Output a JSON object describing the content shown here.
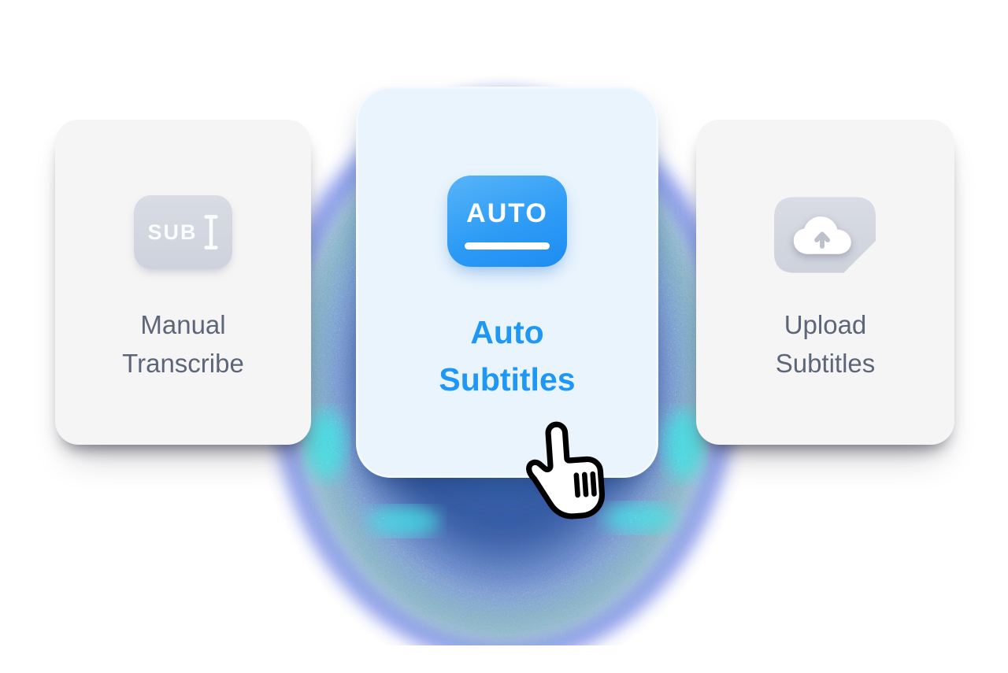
{
  "page": {
    "background_color": "#ffffff",
    "description_colors": {
      "accent_blue": "#1e97f5",
      "slate_text": "#5d6678",
      "side_card_bg": "#f5f5f6",
      "selected_card_bg": "#e9f4fd",
      "gray_icon_tile": "#d4d7e0",
      "blue_icon_top": "#58b4f8",
      "blue_icon_bottom": "#1d8cf2",
      "glow_navy": "#1e4078",
      "glow_teal": "#2e8578",
      "glow_cyan": "#3fe6e2",
      "glow_royal_blue": "#2338e0"
    }
  },
  "cards": [
    {
      "id": "manual-transcribe",
      "icon": "subtitle-text-cursor-icon",
      "icon_text": "SUB",
      "label_line1": "Manual",
      "label_line2": "Transcribe",
      "selected": false
    },
    {
      "id": "auto-subtitles",
      "icon": "auto-subtitles-icon",
      "icon_text": "AUTO",
      "label_line1": "Auto",
      "label_line2": "Subtitles",
      "selected": true
    },
    {
      "id": "upload-subtitles",
      "icon": "cloud-upload-icon",
      "label_line1": "Upload",
      "label_line2": "Subtitles",
      "selected": false
    }
  ],
  "cursor": {
    "type": "pointing-hand-cursor"
  }
}
